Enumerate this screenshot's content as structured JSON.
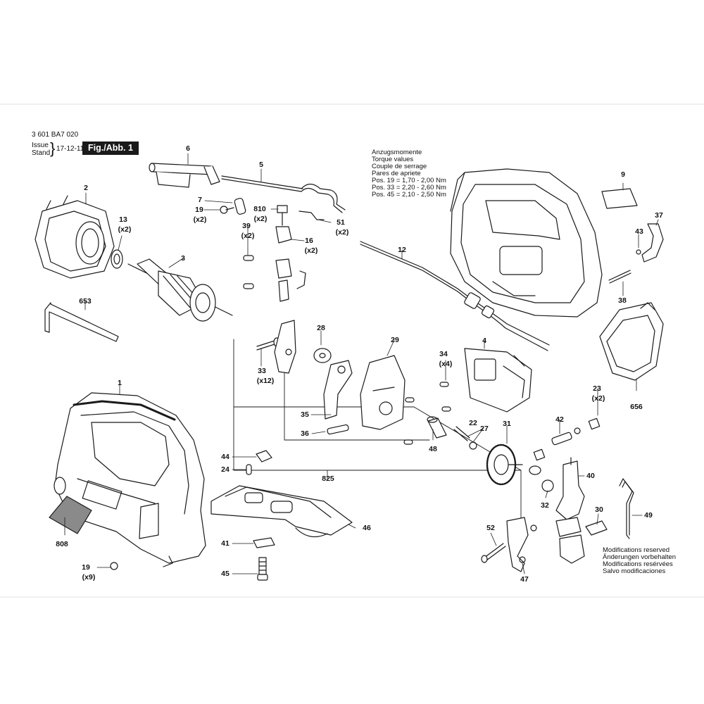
{
  "header": {
    "doc_number": "3 601 BA7 020",
    "issue_label": "Issue",
    "stand_label": "Stand",
    "issue_date": "17-12-11",
    "figure_badge": "Fig./Abb. 1"
  },
  "torque_note": [
    "Anzugsmomente",
    "Torque values",
    "Couple de serrage",
    "Pares de apriete",
    "Pos. 19 = 1,70 - 2,00 Nm",
    "Pos. 33 = 2,20 - 2,60 Nm",
    "Pos. 45 = 2,10 - 2,50 Nm"
  ],
  "modifications_note": [
    "Modifications reserved",
    "Änderungen vorbehalten",
    "Modifications resérvées",
    "Salvo modificaciones"
  ],
  "part_labels": [
    "6",
    "5",
    "2",
    "13",
    "(x2)",
    "7",
    "19",
    "(x2)",
    "810",
    "(x2)",
    "51",
    "(x2)",
    "39",
    "(x2)",
    "16",
    "(x2)",
    "3",
    "12",
    "653",
    "28",
    "33",
    "(x12)",
    "29",
    "4",
    "34",
    "(x4)",
    "1",
    "35",
    "36",
    "23",
    "(x2)",
    "656",
    "42",
    "22",
    "27",
    "31",
    "48",
    "44",
    "24",
    "825",
    "40",
    "46",
    "32",
    "30",
    "49",
    "808",
    "41",
    "52",
    "19",
    "(x9)",
    "45",
    "47",
    "9",
    "37",
    "43",
    "38"
  ],
  "colors": {
    "line": "#1a1a1a",
    "badge_bg": "#1a1a1a",
    "badge_text": "#ffffff",
    "shade": "#8a8a8a"
  }
}
